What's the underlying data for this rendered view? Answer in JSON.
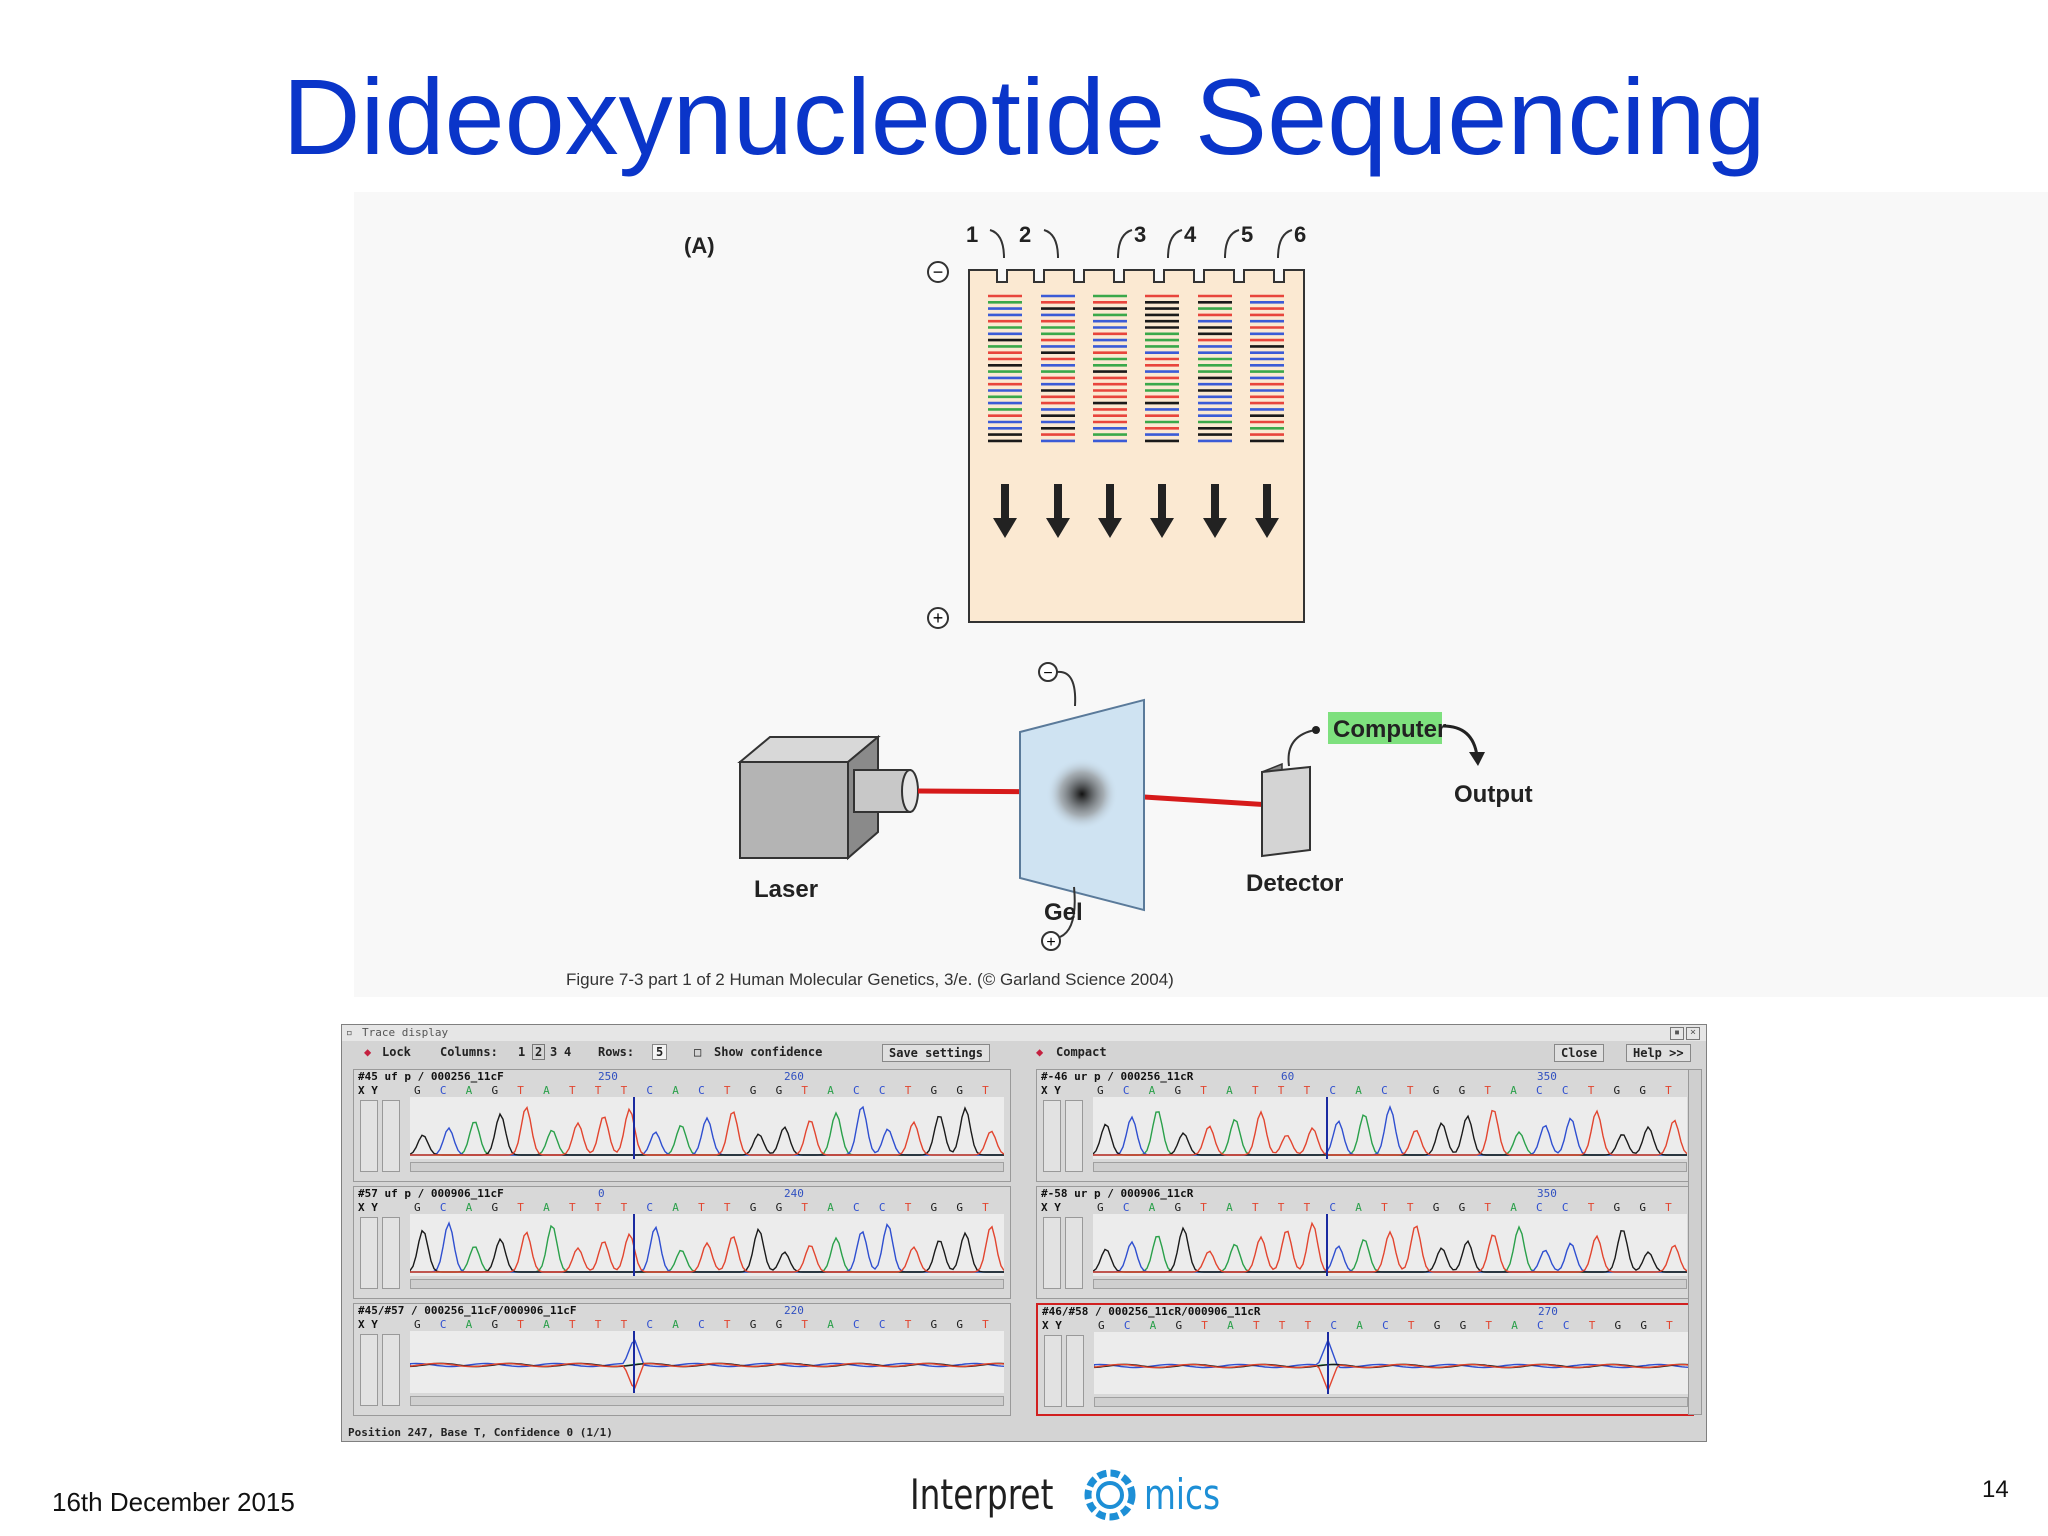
{
  "slide": {
    "title": "Dideoxynucleotide Sequencing",
    "date": "16th December 2015",
    "page_number": "14",
    "logo_text": "Interpret Omics"
  },
  "figure": {
    "panel_label": "(A)",
    "lane_numbers": [
      "1",
      "2",
      "3",
      "4",
      "5",
      "6"
    ],
    "minus_sign": "−",
    "plus_sign": "+",
    "labels": {
      "laser": "Laser",
      "gel": "Gel",
      "detector": "Detector",
      "computer": "Computer",
      "output": "Output"
    },
    "caption": "Figure 7-3  part 1 of 2  Human Molecular Genetics, 3/e.  (© Garland Science 2004)",
    "colors": {
      "band_red": "#e8453c",
      "band_green": "#3aa84a",
      "band_blue": "#3b5bd6",
      "band_black": "#1a1a1a",
      "computer_box": "#7ee07e",
      "beam": "#d61a1a",
      "gel_face": "#cfe3f2"
    }
  },
  "trace_window": {
    "title": "Trace display",
    "toolbar": {
      "lock": "Lock",
      "columns_label": "Columns:",
      "columns": [
        "1",
        "2",
        "3",
        "4"
      ],
      "rows_label": "Rows:",
      "rows_value": "5",
      "show_confidence": "Show confidence",
      "save_settings": "Save settings",
      "compact": "Compact",
      "close": "Close",
      "help": "Help >>"
    },
    "panels": [
      {
        "name": "#45 uf p / 000256_11cF",
        "pos1": "250",
        "pos2": "260",
        "bases": "GCAGTATTTCACTGGTACCTGGT"
      },
      {
        "name": "#-46 ur p / 000256_11cR",
        "pos1": "60",
        "pos2": "350",
        "bases": "GCAGTATTTCACTGGTACCTGGT"
      },
      {
        "name": "#57 uf p / 000906_11cF",
        "pos1": "0",
        "pos2": "240",
        "bases": "GCAGTATTTCATTGGTACCTGGT"
      },
      {
        "name": "#-58 ur p / 000906_11cR",
        "pos1": "",
        "pos2": "350",
        "bases": "GCAGTATTTCATTGGTACCTGGT"
      },
      {
        "name": "#45/#57 / 000256_11cF/000906_11cF",
        "pos1": "",
        "pos2": "220",
        "bases": "GCAGTATTTCACTGGTACCTGGT"
      },
      {
        "name": "#46/#58 / 000256_11cR/000906_11cR",
        "pos1": "",
        "pos2": "270",
        "bases": "GCAGTATTTCACTGGTACCTGGT"
      }
    ],
    "xy_label": "X  Y",
    "status": "Position  247, Base T, Confidence  0 (1/1)"
  }
}
